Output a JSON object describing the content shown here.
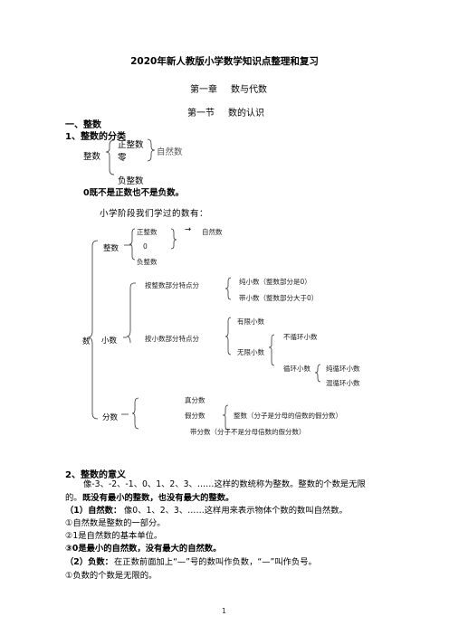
{
  "doc": {
    "title": "2020年新人教版小学数学知识点整理和复习",
    "chapter_num": "第一章",
    "chapter_name": "数与代数",
    "section_num": "第一节",
    "section_name": "数的认识",
    "part1": "一、整数",
    "sub1": "1、整数的分类",
    "class1": {
      "root": "整数",
      "pos": "正整数",
      "zero": "零",
      "neg": "负整数",
      "natural": "自然数"
    },
    "zero_note": "0既不是正数也不是负数。",
    "learned_title": "小学阶段我们学过的数有：",
    "tree": {
      "root": "数",
      "int": "整数",
      "int_pos": "正整数",
      "int_zero": "0",
      "int_neg": "负整数",
      "arrow": "→",
      "natural": "自然数",
      "dec": "小数",
      "dec_by_int": "按整数部分特点分",
      "pure": "纯小数（整数部分是0）",
      "mixed": "带小数（整数部分大于0）",
      "dec_by_frac": "按小数部分特点分",
      "finite": "有限小数",
      "infinite": "无限小数",
      "nonrep": "不循环小数",
      "rep": "循环小数",
      "pure_rep": "纯循环小数",
      "mixed_rep": "混循环小数",
      "frac": "分数",
      "proper": "真分数",
      "improper": "假分数",
      "int_frac": "整数（分子是分母的倍数的假分数）",
      "mixed_num": "带分数（分子不是分母倍数的假分数）"
    },
    "sub2": "2、整数的意义",
    "p1a": "像-3、-2、-1、0、1、2、3、……这样的数统称为整数。整数的个数是无限",
    "p1b": "的。",
    "p1c": "既没有最小的整数，也没有最大的整数。",
    "p2_label": "（1）自然数：",
    "p2_text": "像0、1、2、3、……这样用来表示物体个数的数叫自然数。",
    "p3": "①自然数是整数的一部分。",
    "p4": "②1是自然数的基本单位。",
    "p5": "③0是最小的自然数，没有最大的自然数。",
    "p6_label": "（2）负数：",
    "p6_text": "在正数前面加上“—”号的数叫作负数，“—”叫作负号。",
    "p7": "①负数的个数是无限的。",
    "page": "1"
  }
}
